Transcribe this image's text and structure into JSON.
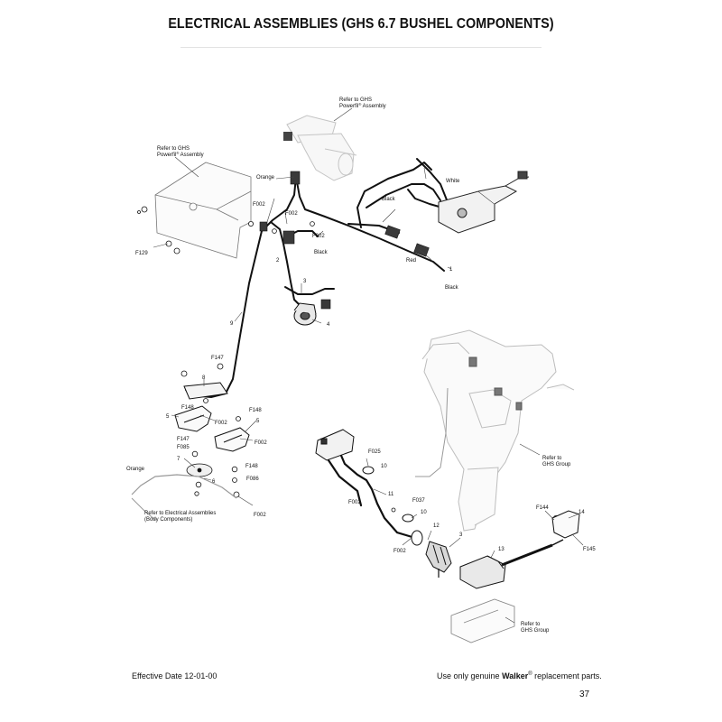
{
  "title": "ELECTRICAL ASSEMBLIES (GHS 6.7 BUSHEL COMPONENTS)",
  "labels": {
    "ref_ghs_powerfill_top_l1": "Refer to GHS",
    "ref_ghs_powerfill_top_l2": "Powerfil",
    "ref_ghs_powerfill_top_l3": "Assembly",
    "ref_ghs_powerfill_left_l1": "Refer to GHS",
    "ref_ghs_powerfill_left_l2": "Powerfil",
    "ref_ghs_powerfill_left_l3": "Assembly",
    "reg": "®",
    "orange_top": "Orange",
    "white": "White",
    "black_1": "Black",
    "black_2": "Black",
    "black_3": "Black",
    "red": "Red",
    "f002_a": "F002",
    "f002_b": "F002",
    "f002_c": "F002",
    "f002_d": "F002",
    "f002_e": "F002",
    "f002_f": "F002",
    "f002_g": "F002",
    "f002_h": "F002",
    "f129": "F129",
    "n1": "1",
    "n2": "2",
    "n3": "3",
    "n4": "4",
    "n9": "9",
    "f147_a": "F147",
    "n8": "8",
    "f148_a": "F148",
    "f148_b": "F148",
    "n5_a": "5",
    "n5_b": "5",
    "f147_b": "F147",
    "f085": "F085",
    "n7": "7",
    "n6": "6",
    "f148_c": "F148",
    "f086": "F086",
    "orange_bottom": "Orange",
    "ref_electrical_l1": "Refer to Electrical  Assemblies",
    "ref_electrical_l2": "(Body Components)",
    "f025": "F025",
    "n10_a": "10",
    "n11": "11",
    "f037": "F037",
    "n10_b": "10",
    "n12": "12",
    "n3_b": "3",
    "n13": "13",
    "ref_ghs_group_1_l1": "Refer to",
    "ref_ghs_group_1_l2": "GHS Group",
    "f144": "F144",
    "n14": "14",
    "f145": "F145",
    "ref_ghs_group_2_l1": "Refer to",
    "ref_ghs_group_2_l2": "GHS Group"
  },
  "footer": {
    "left": "Effective Date 12-01-00",
    "right_pre": "Use only genuine ",
    "right_brand": "Walker",
    "right_reg": "®",
    "right_post": " replacement parts.",
    "page": "37"
  }
}
